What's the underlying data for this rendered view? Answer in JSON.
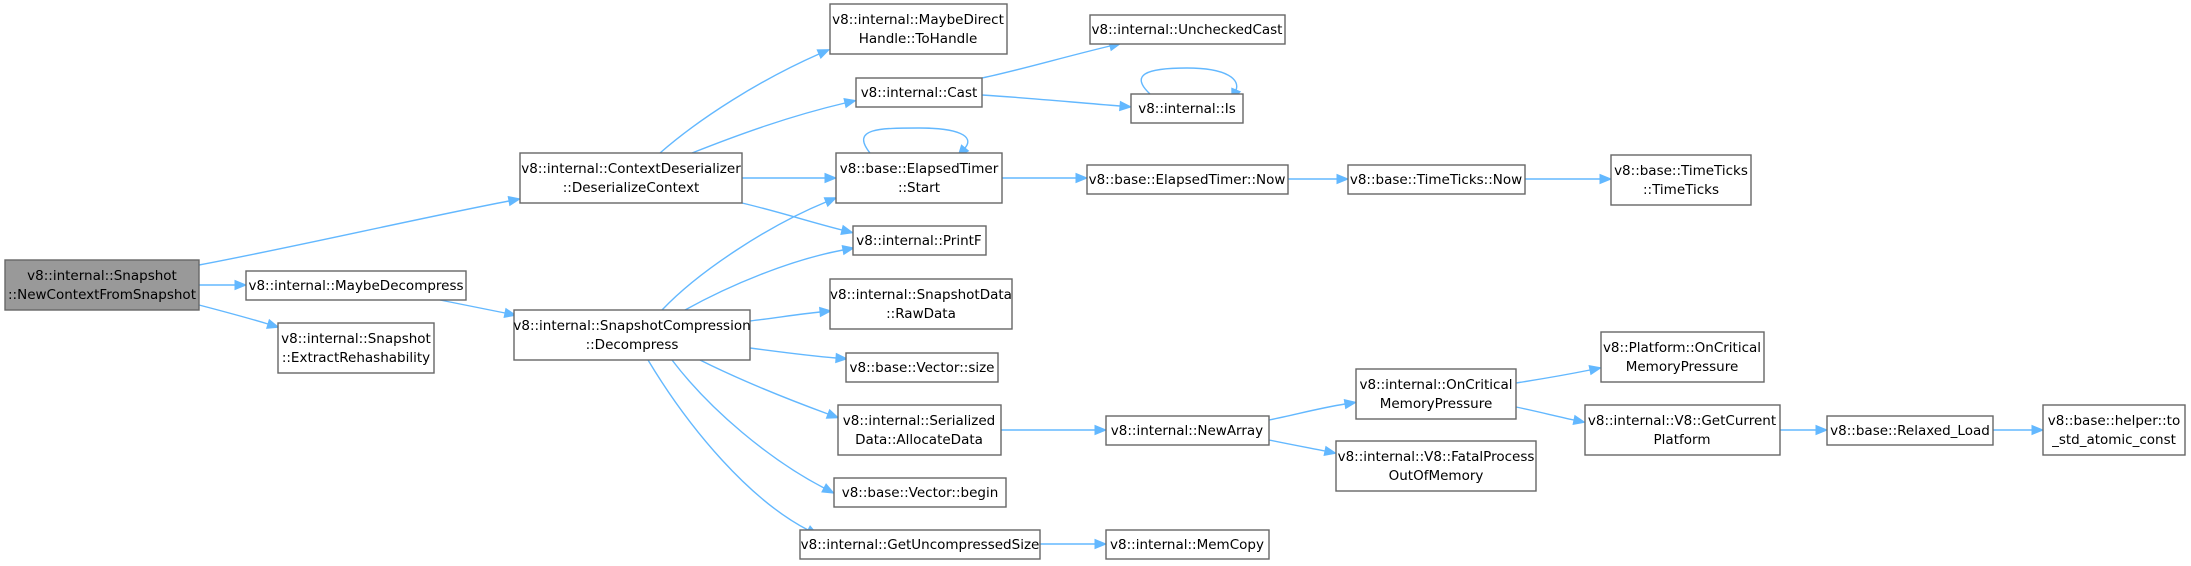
{
  "graph": {
    "nodes": [
      {
        "id": "n0",
        "lines": [
          "v8::internal::Snapshot",
          "::NewContextFromSnapshot"
        ],
        "root": true
      },
      {
        "id": "n1",
        "lines": [
          "v8::internal::ContextDeserializer",
          "::DeserializeContext"
        ]
      },
      {
        "id": "n2",
        "lines": [
          "v8::internal::MaybeDecompress"
        ]
      },
      {
        "id": "n3",
        "lines": [
          "v8::internal::Snapshot",
          "::ExtractRehashability"
        ]
      },
      {
        "id": "n4",
        "lines": [
          "v8::internal::MaybeDirect",
          "Handle::ToHandle"
        ]
      },
      {
        "id": "n5",
        "lines": [
          "v8::internal::Cast"
        ]
      },
      {
        "id": "n6",
        "lines": [
          "v8::base::ElapsedTimer",
          "::Start"
        ]
      },
      {
        "id": "n7",
        "lines": [
          "v8::internal::PrintF"
        ]
      },
      {
        "id": "n8",
        "lines": [
          "v8::internal::SnapshotCompression",
          "::Decompress"
        ]
      },
      {
        "id": "n9",
        "lines": [
          "v8::internal::SnapshotData",
          "::RawData"
        ]
      },
      {
        "id": "n10",
        "lines": [
          "v8::base::Vector::size"
        ]
      },
      {
        "id": "n11",
        "lines": [
          "v8::internal::Serialized",
          "Data::AllocateData"
        ]
      },
      {
        "id": "n12",
        "lines": [
          "v8::base::Vector::begin"
        ]
      },
      {
        "id": "n13",
        "lines": [
          "v8::internal::GetUncompressedSize"
        ]
      },
      {
        "id": "n14",
        "lines": [
          "v8::internal::UncheckedCast"
        ]
      },
      {
        "id": "n15",
        "lines": [
          "v8::internal::Is"
        ]
      },
      {
        "id": "n16",
        "lines": [
          "v8::base::ElapsedTimer::Now"
        ]
      },
      {
        "id": "n17",
        "lines": [
          "v8::base::TimeTicks::Now"
        ]
      },
      {
        "id": "n18",
        "lines": [
          "v8::base::TimeTicks",
          "::TimeTicks"
        ]
      },
      {
        "id": "n19",
        "lines": [
          "v8::internal::NewArray"
        ]
      },
      {
        "id": "n20",
        "lines": [
          "v8::internal::MemCopy"
        ]
      },
      {
        "id": "n21",
        "lines": [
          "v8::internal::OnCritical",
          "MemoryPressure"
        ]
      },
      {
        "id": "n22",
        "lines": [
          "v8::internal::V8::FatalProcess",
          "OutOfMemory"
        ]
      },
      {
        "id": "n23",
        "lines": [
          "v8::Platform::OnCritical",
          "MemoryPressure"
        ]
      },
      {
        "id": "n24",
        "lines": [
          "v8::internal::V8::GetCurrent",
          "Platform"
        ]
      },
      {
        "id": "n25",
        "lines": [
          "v8::base::Relaxed_Load"
        ]
      },
      {
        "id": "n26",
        "lines": [
          "v8::base::helper::to",
          "_std_atomic_const"
        ]
      }
    ],
    "edges": [
      {
        "from": "n0",
        "to": "n1"
      },
      {
        "from": "n0",
        "to": "n2"
      },
      {
        "from": "n0",
        "to": "n3"
      },
      {
        "from": "n1",
        "to": "n4"
      },
      {
        "from": "n1",
        "to": "n5"
      },
      {
        "from": "n1",
        "to": "n6"
      },
      {
        "from": "n1",
        "to": "n7"
      },
      {
        "from": "n2",
        "to": "n8"
      },
      {
        "from": "n5",
        "to": "n14"
      },
      {
        "from": "n5",
        "to": "n15"
      },
      {
        "from": "n15",
        "to": "n15"
      },
      {
        "from": "n6",
        "to": "n6"
      },
      {
        "from": "n6",
        "to": "n16"
      },
      {
        "from": "n16",
        "to": "n17"
      },
      {
        "from": "n17",
        "to": "n18"
      },
      {
        "from": "n8",
        "to": "n6"
      },
      {
        "from": "n8",
        "to": "n7"
      },
      {
        "from": "n8",
        "to": "n9"
      },
      {
        "from": "n8",
        "to": "n10"
      },
      {
        "from": "n8",
        "to": "n11"
      },
      {
        "from": "n8",
        "to": "n12"
      },
      {
        "from": "n8",
        "to": "n13"
      },
      {
        "from": "n11",
        "to": "n19"
      },
      {
        "from": "n13",
        "to": "n20"
      },
      {
        "from": "n19",
        "to": "n21"
      },
      {
        "from": "n19",
        "to": "n22"
      },
      {
        "from": "n21",
        "to": "n23"
      },
      {
        "from": "n21",
        "to": "n24"
      },
      {
        "from": "n24",
        "to": "n25"
      },
      {
        "from": "n25",
        "to": "n26"
      }
    ]
  },
  "colors": {
    "edge": "#63b8ff",
    "node_border": "#666666",
    "root_fill": "#999999"
  }
}
